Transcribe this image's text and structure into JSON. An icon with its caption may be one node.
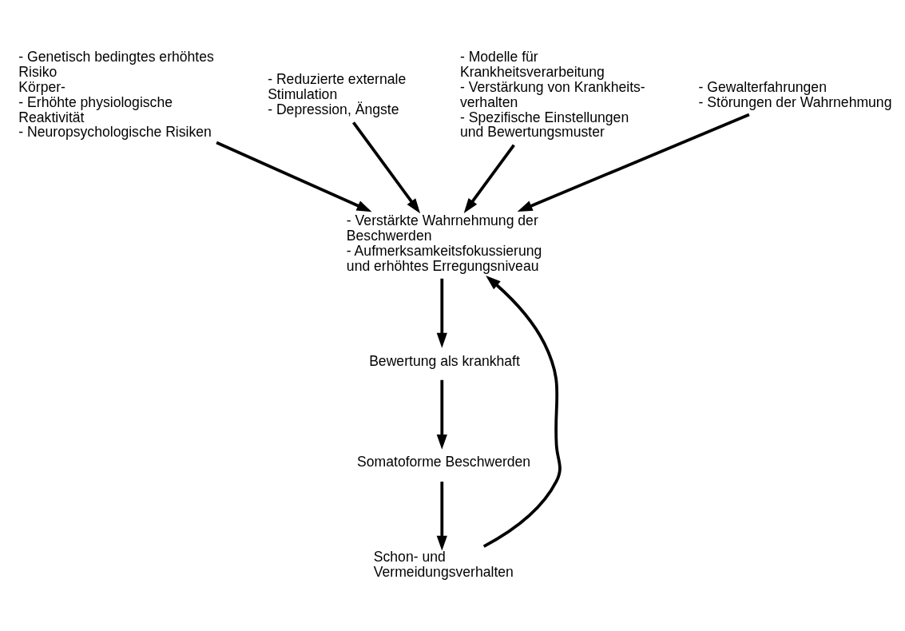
{
  "diagram": {
    "nodes": [
      {
        "text": [
          "- Genetisch bedingtes erhöhtes Risiko",
          "Körper-",
          "- Erhöhte physiologische Reaktivität",
          "- Neuropsychologische Risiken"
        ]
      },
      {
        "text": [
          "- Reduzierte externale Stimulation",
          "- Depression, Ängste"
        ]
      },
      {
        "text": [
          "- Modelle für Krankheitsverarbeitung",
          "- Verstärkung von Krankheits- verhalten",
          "- Spezifische Einstellungen und Bewertungsmuster"
        ]
      },
      {
        "text": [
          "- Gewalterfahrungen",
          "- Störungen der Wahrnehmung"
        ]
      },
      {
        "text": [
          "- Verstärkte Wahrnehmung der Beschwerden",
          "- Aufmerksamkeitsfokussierung und erhöhtes Erregungsniveau"
        ]
      },
      {
        "text": [
          "Bewertung als krankhaft"
        ]
      },
      {
        "text": [
          "Somatoforme Beschwerden"
        ]
      },
      {
        "text": [
          "Schon- und Vermeidungsverhalten"
        ]
      }
    ],
    "edges": [
      {
        "from": 0,
        "to": 4,
        "arrow": "to"
      },
      {
        "from": 1,
        "to": 4,
        "arrow": "to"
      },
      {
        "from": 2,
        "to": 4,
        "arrow": "to"
      },
      {
        "from": 3,
        "to": 4,
        "arrow": "to"
      },
      {
        "from": 4,
        "to": 5,
        "arrow": "to"
      },
      {
        "from": 5,
        "to": 6,
        "arrow": "to"
      },
      {
        "from": 6,
        "to": 7,
        "arrow": "to"
      },
      {
        "from": 7,
        "to": 4,
        "arrow": "to"
      }
    ]
  }
}
